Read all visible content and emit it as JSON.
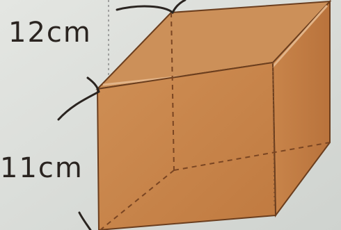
{
  "figure": {
    "kind": "cuboid",
    "colors": {
      "paper": "#dcdfdb",
      "front_face": "#c98a4f",
      "right_face": "#c07e45",
      "top_face": "#cf9560",
      "edge": "#6b3e1e",
      "hidden_edge": "#7a4522",
      "ink": "#2a2420"
    }
  },
  "labels": {
    "top_dimension": "12cm",
    "side_dimension": "11cm"
  }
}
